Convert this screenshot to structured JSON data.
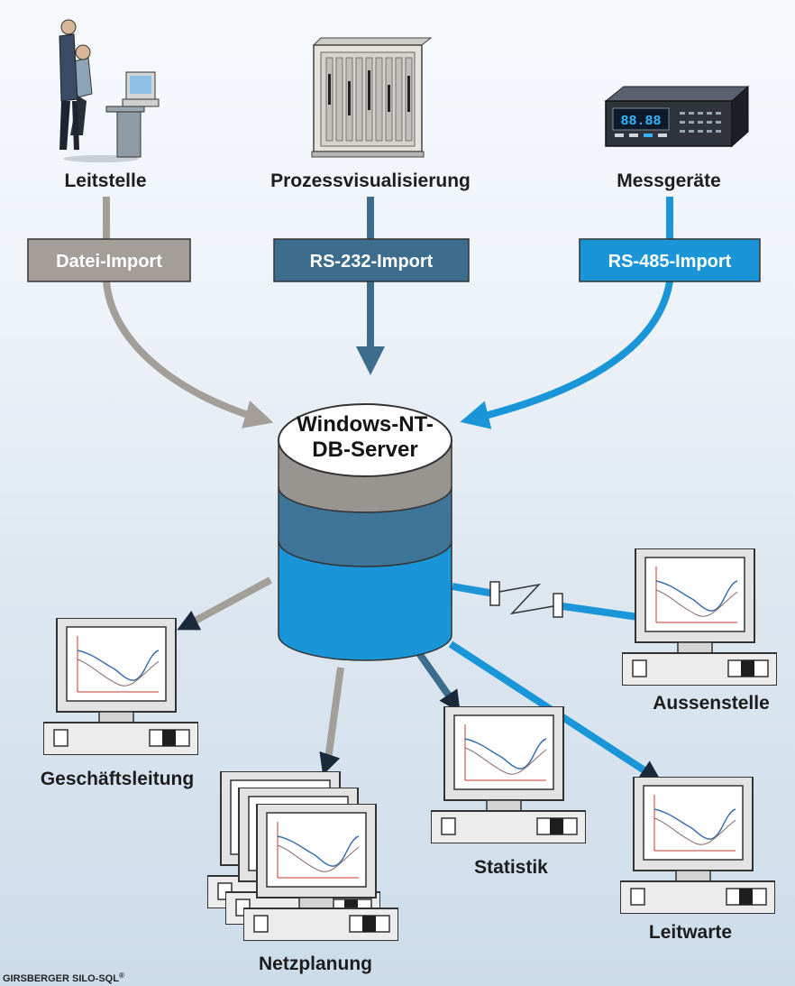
{
  "sources": {
    "leitstelle": "Leitstelle",
    "prozess": "Prozessvisualisierung",
    "mess": "Messgeräte"
  },
  "imports": {
    "datei": "Datei-Import",
    "rs232": "RS-232-Import",
    "rs485": "RS-485-Import"
  },
  "server": {
    "line1": "Windows-NT-",
    "line2": "DB-Server"
  },
  "clients": {
    "geschaeftsleitung": "Geschäftsleitung",
    "netzplanung": "Netzplanung",
    "statistik": "Statistik",
    "leitwarte": "Leitwarte",
    "aussenstelle": "Aussenstelle"
  },
  "meter_display": "88.88",
  "credit": "GIRSBERGER SILO-SQL",
  "credit_mark": "®",
  "colors": {
    "gray": "#a39e98",
    "steel_blue": "#3d6d8d",
    "cyan": "#1a96d8",
    "cylinder_top": "#ffffff",
    "cylinder_gray": "#989490",
    "cylinder_steel": "#3d7497",
    "cylinder_cyan": "#1a95d7"
  }
}
